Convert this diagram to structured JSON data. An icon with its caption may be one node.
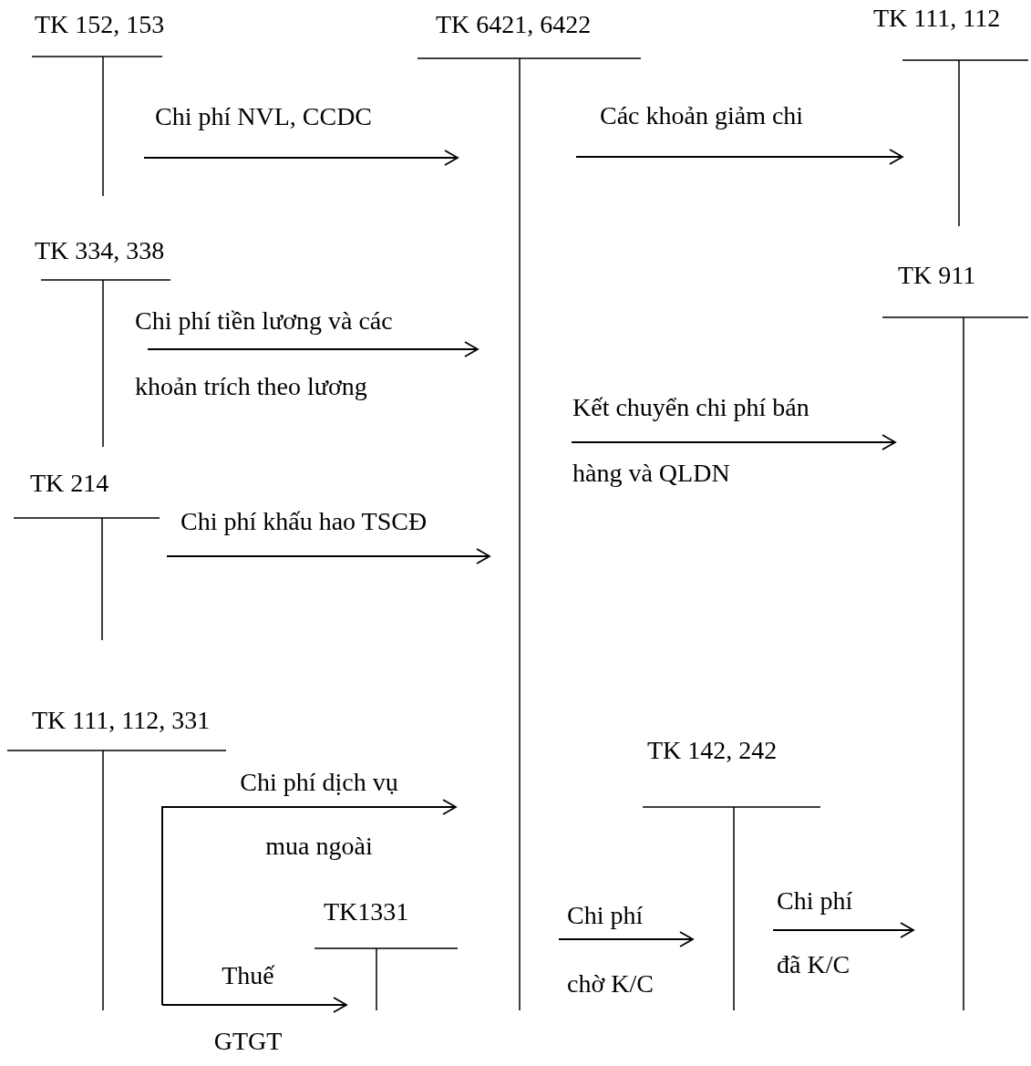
{
  "diagram": {
    "nodes": [
      {
        "text": [
          "TK 152, 153"
        ]
      },
      {
        "text": [
          "TK 6421, 6422"
        ]
      },
      {
        "text": [
          "TK 111, 112"
        ]
      },
      {
        "text": [
          "TK 334, 338"
        ]
      },
      {
        "text": [
          "TK 911"
        ]
      },
      {
        "text": [
          "TK 214"
        ]
      },
      {
        "text": [
          "TK 111, 112, 331"
        ]
      },
      {
        "text": [
          "TK 142, 242"
        ]
      },
      {
        "text": [
          "TK1331"
        ]
      }
    ],
    "edges": [
      {
        "from": 0,
        "to": 1,
        "arrow": "to",
        "label": "Chi phí NVL, CCDC"
      },
      {
        "from": 1,
        "to": 2,
        "arrow": "to",
        "label": "Các khoản giảm chi"
      },
      {
        "from": 3,
        "to": 1,
        "arrow": "to",
        "label": "Chi phí tiền lương và các khoản trích theo lương"
      },
      {
        "from": 1,
        "to": 4,
        "arrow": "to",
        "label": "Kết chuyển chi phí bán hàng và QLDN"
      },
      {
        "from": 5,
        "to": 1,
        "arrow": "to",
        "label": "Chi phí khấu hao TSCĐ"
      },
      {
        "from": 6,
        "to": 1,
        "arrow": "to",
        "label": "Chi phí dịch vụ mua ngoài"
      },
      {
        "from": 6,
        "to": 8,
        "arrow": "to",
        "label": "Thuế GTGT"
      },
      {
        "from": 1,
        "to": 7,
        "arrow": "to",
        "label": "Chi phí chờ K/C"
      },
      {
        "from": 7,
        "to": 4,
        "arrow": "to",
        "label": "Chi phí đã K/C"
      }
    ]
  }
}
